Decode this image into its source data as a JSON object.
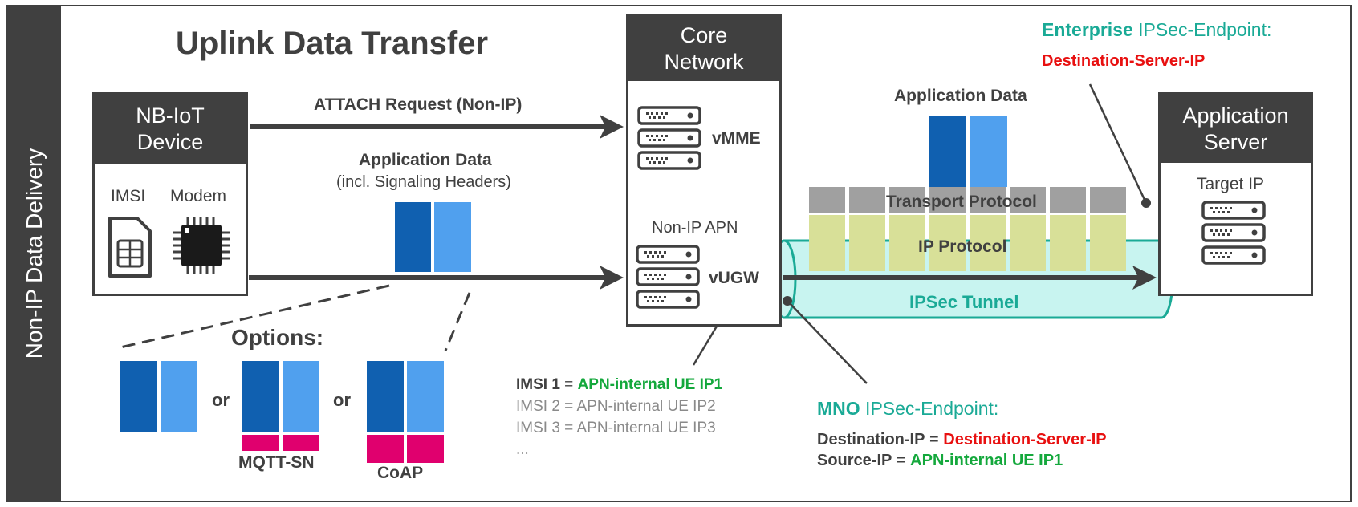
{
  "sidebar": {
    "label": "Non-IP Data Delivery"
  },
  "title": "Uplink Data Transfer",
  "device": {
    "title_line1": "NB-IoT",
    "title_line2": "Device",
    "imsi_label": "IMSI",
    "modem_label": "Modem"
  },
  "attach": {
    "label": "ATTACH Request (Non-IP)"
  },
  "app_data_left": {
    "title": "Application Data",
    "subtitle": "(incl. Signaling Headers)"
  },
  "core": {
    "title_line1": "Core",
    "title_line2": "Network",
    "vmme_label": "vMME",
    "apn_label": "Non-IP APN",
    "vugw_label": "vUGW"
  },
  "app_data_right": {
    "title": "Application Data"
  },
  "protocols": {
    "transport": "Transport Protocol",
    "ip": "IP Protocol",
    "tunnel": "IPSec Tunnel"
  },
  "app_server": {
    "title_line1": "Application",
    "title_line2": "Server",
    "target_label": "Target IP"
  },
  "enterprise": {
    "name": "Enterprise",
    "rest": " IPSec-Endpoint:",
    "dest": "Destination-Server-IP"
  },
  "options": {
    "title": "Options:",
    "or1": "or",
    "or2": "or",
    "mqtt_label": "MQTT-SN",
    "coap_label": "CoAP"
  },
  "imsi_mapping": [
    {
      "key": "IMSI 1",
      "eq": " = ",
      "value": "APN-internal UE IP1"
    },
    {
      "key": "IMSI 2",
      "eq": " = ",
      "value": "APN-internal UE IP2"
    },
    {
      "key": "IMSI 3",
      "eq": " = ",
      "value": "APN-internal UE IP3"
    },
    {
      "key": "...",
      "eq": "",
      "value": ""
    }
  ],
  "mno": {
    "name": "MNO",
    "rest": " IPSec-Endpoint:",
    "dest_key": "Destination-IP",
    "dest_eq": " = ",
    "dest_value": "Destination-Server-IP",
    "src_key": "Source-IP",
    "src_eq": " = ",
    "src_value": "APN-internal UE IP1"
  },
  "colors": {
    "dark_gray": "#404040",
    "dark_blue": "#1060b0",
    "light_blue": "#50a0ee",
    "magenta": "#e0006e",
    "teal": "#1aaa96",
    "tunnel_fill": "#c8f4f0",
    "green": "#14a83c",
    "red": "#e81010",
    "transport_gray": "#a0a0a0",
    "ip_yellow": "#d8e098"
  }
}
